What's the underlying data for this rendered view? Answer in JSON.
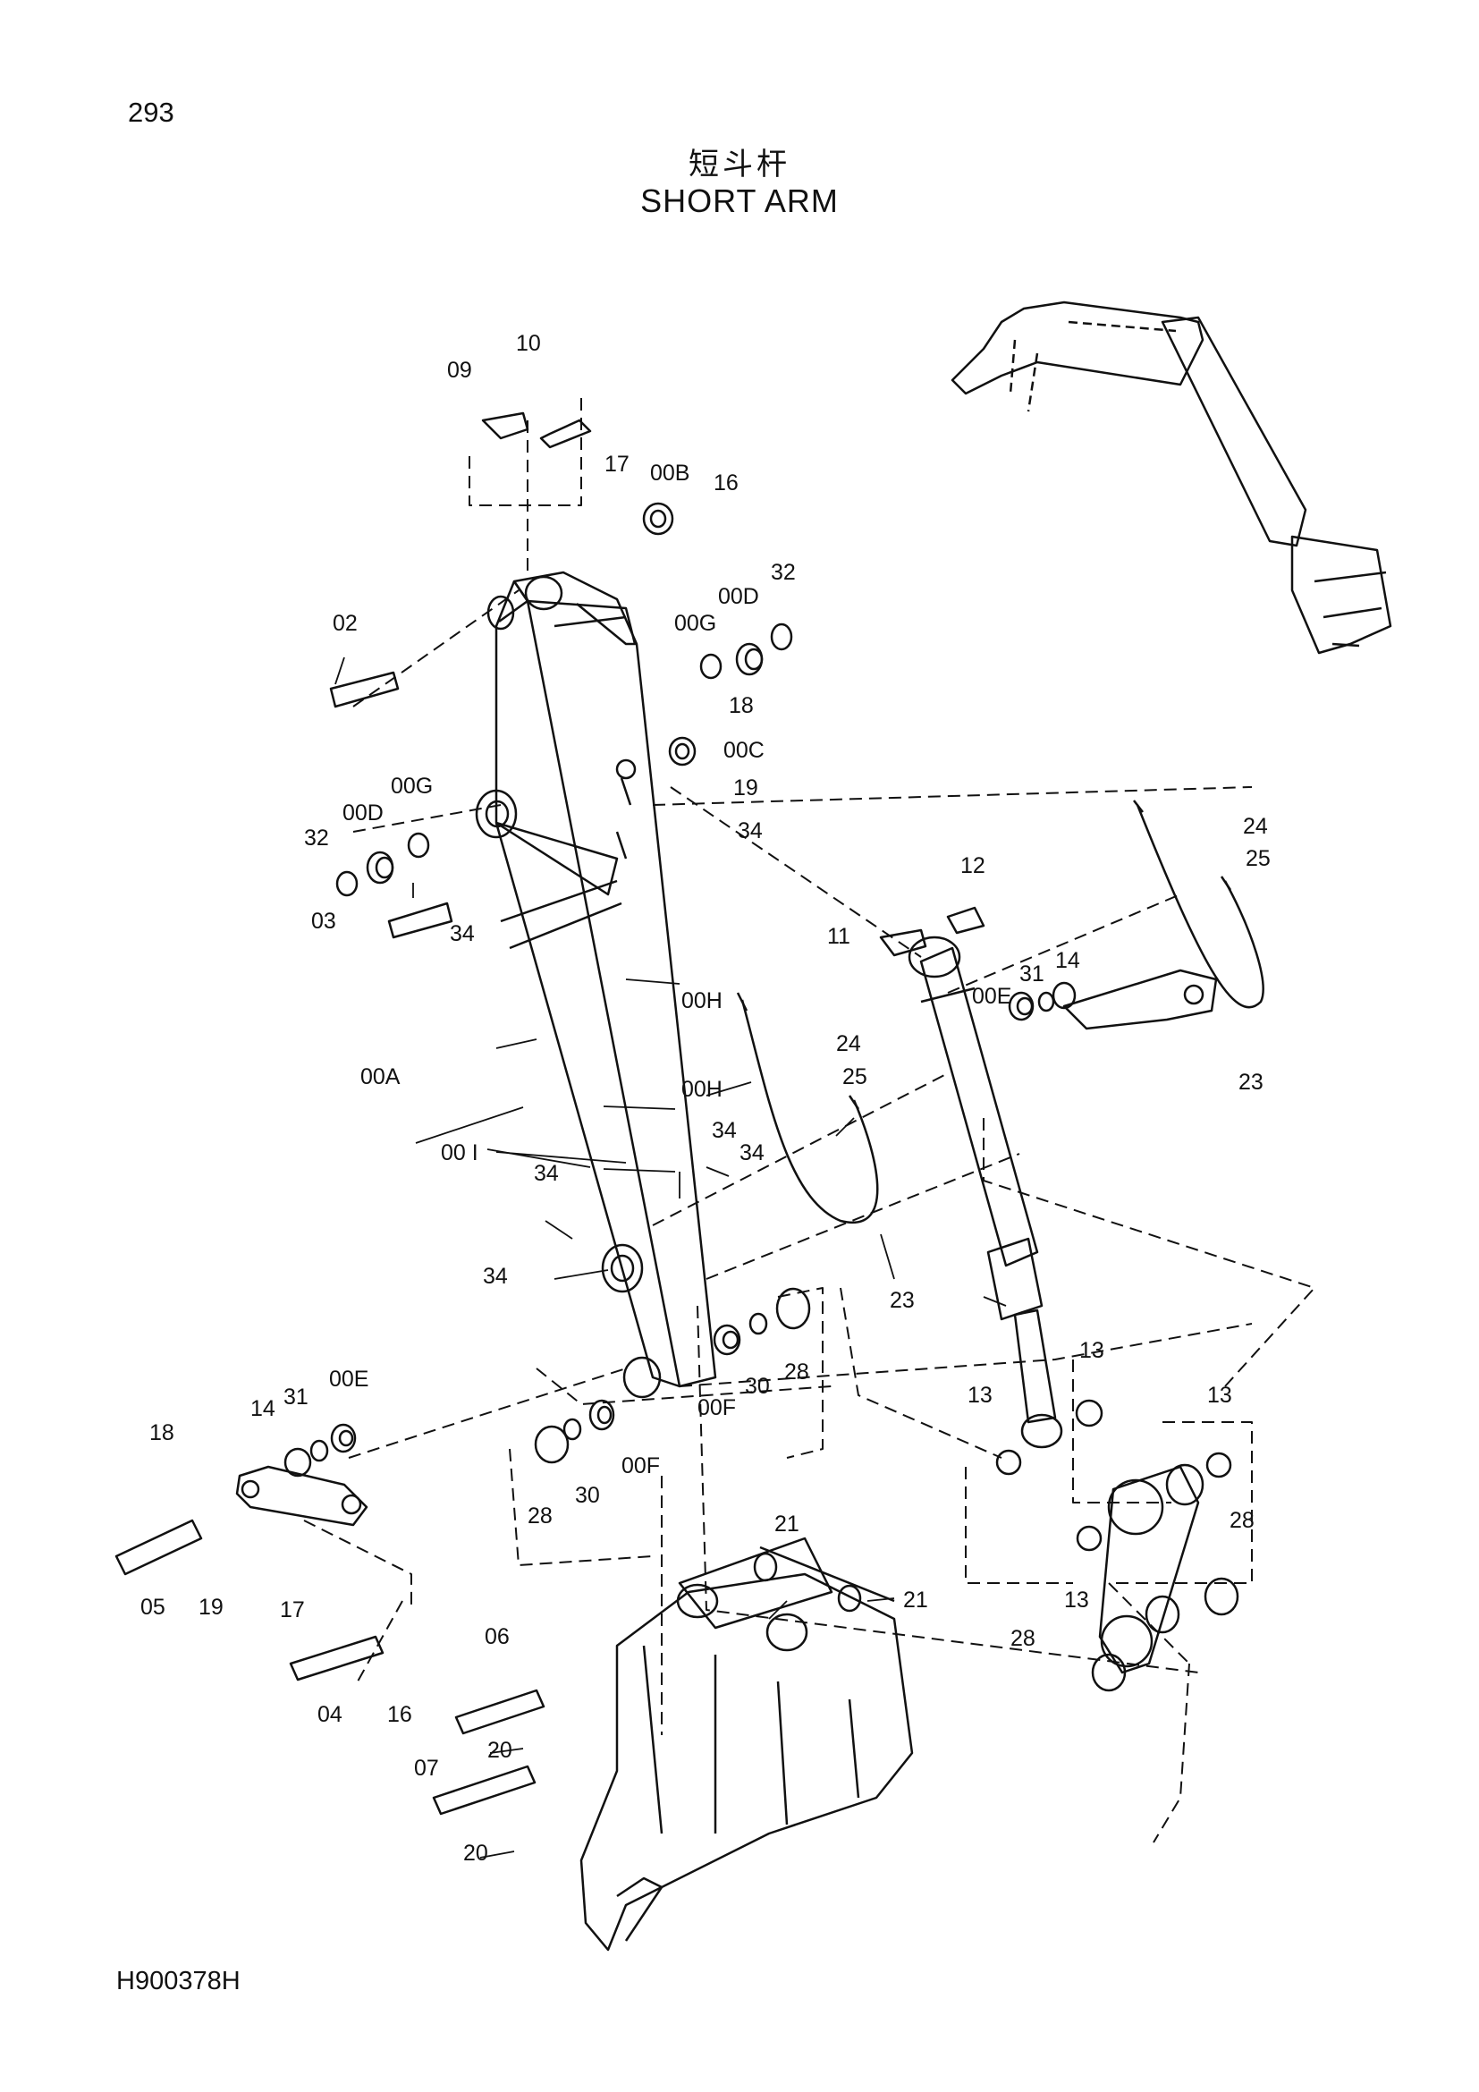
{
  "page_number": "293",
  "title_cn": "短斗杆",
  "title_en": "SHORT  ARM",
  "drawing_code": "H900378H",
  "callouts": [
    {
      "id": "09",
      "label": "09"
    },
    {
      "id": "10",
      "label": "10"
    },
    {
      "id": "17a",
      "label": "17"
    },
    {
      "id": "00B",
      "label": "00B"
    },
    {
      "id": "16a",
      "label": "16"
    },
    {
      "id": "32a",
      "label": "32"
    },
    {
      "id": "00Da",
      "label": "00D"
    },
    {
      "id": "00Ga",
      "label": "00G"
    },
    {
      "id": "02",
      "label": "02"
    },
    {
      "id": "18a",
      "label": "18"
    },
    {
      "id": "00C",
      "label": "00C"
    },
    {
      "id": "19a",
      "label": "19"
    },
    {
      "id": "34a",
      "label": "34"
    },
    {
      "id": "00Gb",
      "label": "00G"
    },
    {
      "id": "00Db",
      "label": "00D"
    },
    {
      "id": "32b",
      "label": "32"
    },
    {
      "id": "03",
      "label": "03"
    },
    {
      "id": "34b",
      "label": "34"
    },
    {
      "id": "24a",
      "label": "24"
    },
    {
      "id": "25a",
      "label": "25"
    },
    {
      "id": "12",
      "label": "12"
    },
    {
      "id": "11",
      "label": "11"
    },
    {
      "id": "31a",
      "label": "31"
    },
    {
      "id": "14a",
      "label": "14"
    },
    {
      "id": "00Ea",
      "label": "00E"
    },
    {
      "id": "00Ha",
      "label": "00H"
    },
    {
      "id": "24b",
      "label": "24"
    },
    {
      "id": "25b",
      "label": "25"
    },
    {
      "id": "23a",
      "label": "23"
    },
    {
      "id": "00A",
      "label": "00A"
    },
    {
      "id": "00Hb",
      "label": "00H"
    },
    {
      "id": "00I",
      "label": "00 I"
    },
    {
      "id": "34c",
      "label": "34"
    },
    {
      "id": "34d",
      "label": "34"
    },
    {
      "id": "34e",
      "label": "34"
    },
    {
      "id": "23b",
      "label": "23"
    },
    {
      "id": "34f",
      "label": "34"
    },
    {
      "id": "28a",
      "label": "28"
    },
    {
      "id": "30a",
      "label": "30"
    },
    {
      "id": "00Fa",
      "label": "00F"
    },
    {
      "id": "13a",
      "label": "13"
    },
    {
      "id": "13b",
      "label": "13"
    },
    {
      "id": "13c",
      "label": "13"
    },
    {
      "id": "31b",
      "label": "31"
    },
    {
      "id": "00Eb",
      "label": "00E"
    },
    {
      "id": "14b",
      "label": "14"
    },
    {
      "id": "18b",
      "label": "18"
    },
    {
      "id": "28b",
      "label": "28"
    },
    {
      "id": "30b",
      "label": "30"
    },
    {
      "id": "00Fb",
      "label": "00F"
    },
    {
      "id": "21a",
      "label": "21"
    },
    {
      "id": "21b",
      "label": "21"
    },
    {
      "id": "28c",
      "label": "28"
    },
    {
      "id": "13d",
      "label": "13"
    },
    {
      "id": "05",
      "label": "05"
    },
    {
      "id": "19b",
      "label": "19"
    },
    {
      "id": "17b",
      "label": "17"
    },
    {
      "id": "06",
      "label": "06"
    },
    {
      "id": "28d",
      "label": "28"
    },
    {
      "id": "04",
      "label": "04"
    },
    {
      "id": "16b",
      "label": "16"
    },
    {
      "id": "20a",
      "label": "20"
    },
    {
      "id": "07",
      "label": "07"
    },
    {
      "id": "20b",
      "label": "20"
    }
  ]
}
